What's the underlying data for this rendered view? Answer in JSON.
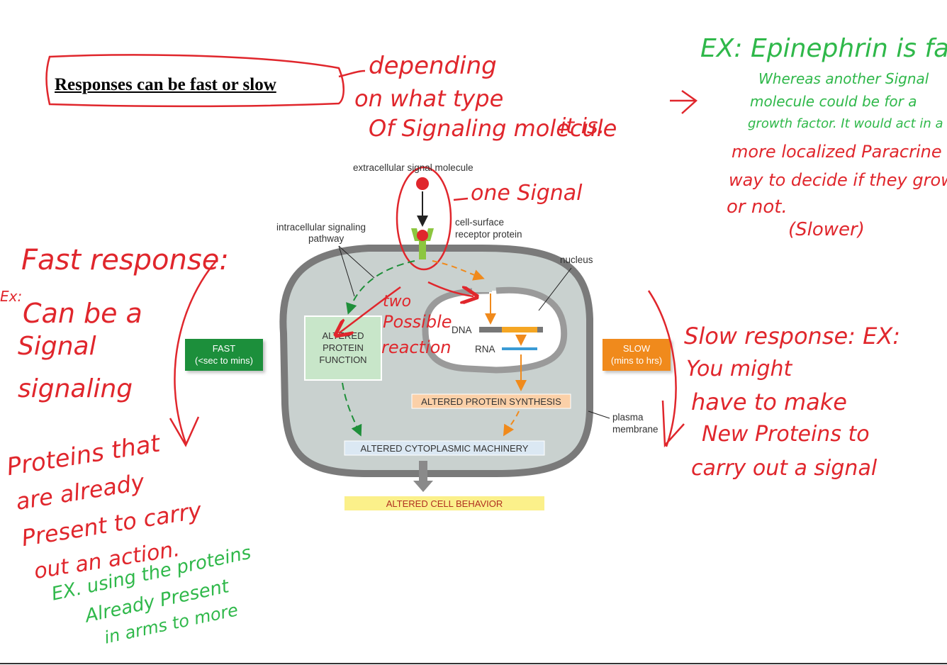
{
  "title": "Responses can be fast or slow",
  "diagram": {
    "extracellular_label": "extracellular signal molecule",
    "receptor_label_1": "cell-surface",
    "receptor_label_2": "receptor protein",
    "pathway_label_1": "intracellular signaling",
    "pathway_label_2": "pathway",
    "nucleus_label": "nucleus",
    "dna_label": "DNA",
    "rna_label": "RNA",
    "altered_protein_function": [
      "ALTERED",
      "PROTEIN",
      "FUNCTION"
    ],
    "altered_protein_synthesis": "ALTERED PROTEIN SYNTHESIS",
    "altered_cytoplasmic_machinery": "ALTERED CYTOPLASMIC MACHINERY",
    "altered_cell_behavior": "ALTERED CELL BEHAVIOR",
    "plasma_membrane_1": "plasma",
    "plasma_membrane_2": "membrane",
    "fast_label": "FAST",
    "fast_time": "(<sec to mins)",
    "slow_label": "SLOW",
    "slow_time": "(mins to hrs)",
    "colors": {
      "fast": "#1f8f3a",
      "slow": "#f08a1c",
      "cell": "#c9d1cf",
      "cell_border": "#777777"
    }
  },
  "annotations": {
    "depending": [
      "depending",
      "on what type",
      "Of Signaling molecule",
      "it is."
    ],
    "example_top": "EX: Epinephrin is fast",
    "whereas": [
      "Whereas another Signal",
      "molecule could be for a",
      "growth factor. It would act in a"
    ],
    "paracrine": [
      "more localized Paracrine",
      "way to decide if they grow",
      "or not.",
      "(Slower)"
    ],
    "one_signal": "one Signal",
    "two_possible": [
      "two",
      "Possible",
      "reaction"
    ],
    "fast_response": "Fast response:",
    "ex_small": "Ex:",
    "fast_body": [
      "Can be a",
      "Signal",
      "signaling"
    ],
    "proteins": [
      "Proteins that",
      "are already",
      "Present to carry",
      "out an action."
    ],
    "green_example": [
      "EX. using the proteins",
      "Already Present",
      "in arms to more"
    ],
    "slow_response": [
      "Slow response: EX:",
      "You might",
      "have to make",
      "New Proteins to",
      "carry out a signal"
    ]
  }
}
